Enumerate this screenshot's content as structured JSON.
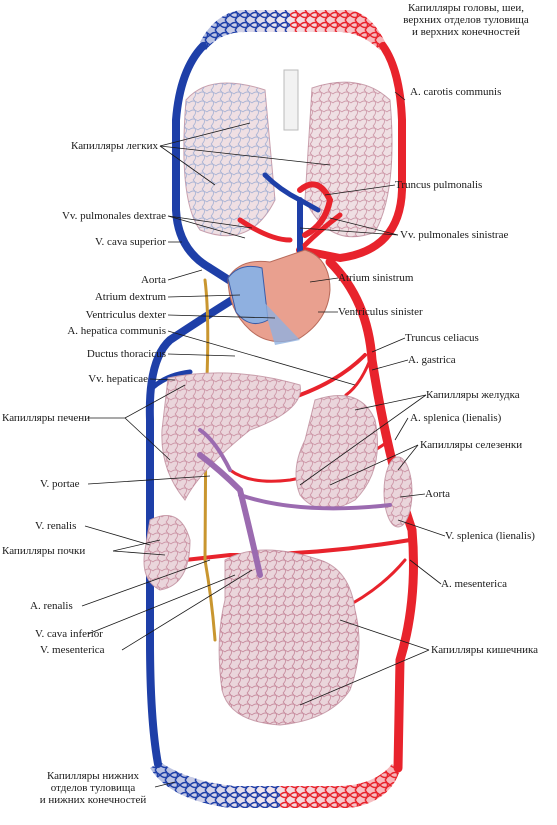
{
  "labels": {
    "cap_head": [
      "Капилляры головы, шеи,",
      "верхних отделов туловища",
      "и верхних конечностей"
    ],
    "carotis": "A. carotis communis",
    "cap_lungs": "Капилляры легких",
    "truncus_pulm": "Truncus pulmonalis",
    "vv_pulm_dex": "Vv. pulmonales dextrae",
    "vv_pulm_sin": "Vv. pulmonales sinistrae",
    "cava_sup": "V. cava superior",
    "aorta_top": "Aorta",
    "atrium_sin": "Atrium sinistrum",
    "atrium_dex": "Atrium dextrum",
    "ventr_dex": "Ventriculus dexter",
    "ventr_sin": "Ventriculus sinister",
    "hep_comm": "A. hepatica communis",
    "tr_celiac": "Truncus celiacus",
    "ductus": "Ductus thoracicus",
    "gastrica": "A. gastrica",
    "vv_hep": "Vv. hepaticae",
    "cap_stomach": "Капилляры желудка",
    "cap_liver": "Капилляры печени",
    "splenica_a": "A. splenica (lienalis)",
    "cap_spleen": "Капилляры селезенки",
    "portae": "V. portae",
    "aorta_low": "Aorta",
    "renalis_v": "V. renalis",
    "splenica_v": "V. splenica (lienalis)",
    "cap_kidney": "Капилляры почки",
    "mesent_a": "A. mesenterica",
    "renalis_a": "A. renalis",
    "cava_inf": "V. cava inferior",
    "cap_intestine": "Капилляры кишечника",
    "mesent_v": "V. mesenterica",
    "cap_lower": [
      "Капилляры нижних",
      "отделов туловища",
      "и нижних конечностей"
    ]
  },
  "colors": {
    "artery": "#e8232c",
    "vein": "#1e3fa8",
    "portal": "#9b6bb0",
    "lymph": "#c9962f",
    "organ_fill": "#f1d6dc",
    "organ_edge": "#c9a0ad",
    "heart": "#e9a08f",
    "lung": "#efdfe3"
  }
}
